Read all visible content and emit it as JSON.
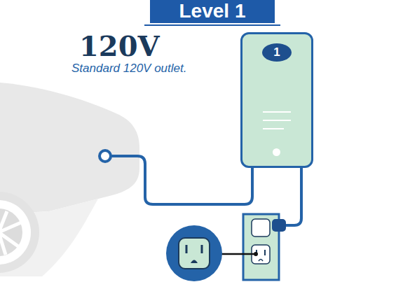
{
  "diagram": {
    "title": "Level 1",
    "nodes": [
      {
        "text": [
          "1"
        ]
      }
    ],
    "labels": [
      "120V",
      "Standard 120V outlet."
    ]
  }
}
